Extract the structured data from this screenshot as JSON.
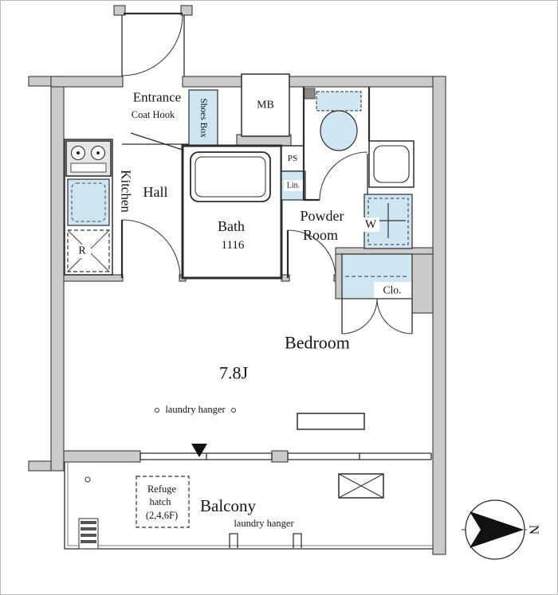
{
  "plan": {
    "entrance": {
      "label": "Entrance",
      "coat_hook": "Coat Hook"
    },
    "shoes_box": {
      "label": "Shoes Box"
    },
    "meter_box": {
      "label": "MB"
    },
    "kitchen": {
      "label": "Kitchen",
      "fridge": "R"
    },
    "hall": {
      "label": "Hall"
    },
    "bath": {
      "label": "Bath",
      "size": "1116"
    },
    "pipe_space": {
      "label": "PS"
    },
    "linen": {
      "label": "Lin."
    },
    "powder_room": {
      "label_line1": "Powder",
      "label_line2": "Room",
      "washer": "W"
    },
    "closet": {
      "label": "Clo."
    },
    "bedroom": {
      "label": "Bedroom",
      "size": "7.8J",
      "laundry_hanger": "laundry hanger"
    },
    "balcony": {
      "label": "Balcony",
      "laundry_hanger": "laundry hanger",
      "refuge_hatch": {
        "line1": "Refuge",
        "line2": "hatch",
        "line3": "(2,4,6F)"
      }
    },
    "compass": {
      "north": "N"
    }
  },
  "colors": {
    "wall": "#cbcbcb",
    "fixture": "#cfe6f2",
    "line": "#2b2b2b"
  }
}
